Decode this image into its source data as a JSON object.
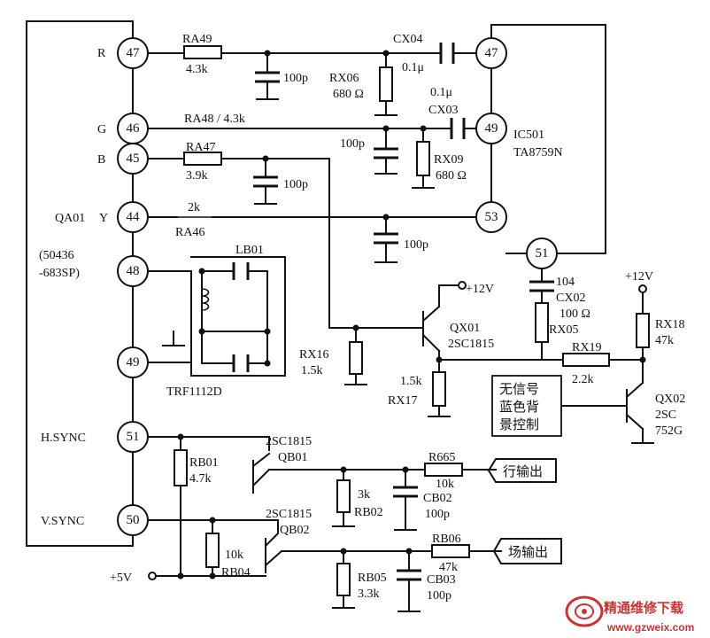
{
  "qa01": {
    "ref": "QA01",
    "part_line1": "(50436",
    "part_line2": "-683SP)",
    "pins": {
      "r": "47",
      "g": "46",
      "b": "45",
      "y": "44",
      "p48": "48",
      "p49": "49",
      "hsync": "51",
      "vsync": "50"
    },
    "signals": {
      "r": "R",
      "g": "G",
      "b": "B",
      "y": "Y",
      "hsync": "H.SYNC",
      "vsync": "V.SYNC"
    }
  },
  "ic501": {
    "ref": "IC501",
    "part": "TA8759N",
    "pins": {
      "p47": "47",
      "p49": "49",
      "p53": "53",
      "p51": "51"
    }
  },
  "components": {
    "ra49": "RA49",
    "ra49_val": "4.3k",
    "ra48": "RA48 / 4.3k",
    "ra47": "RA47",
    "ra47_val": "3.9k",
    "ra46_val": "2k",
    "ra46": "RA46",
    "c_r": "100p",
    "c_g": "100p",
    "c_b": "100p",
    "c_y": "100p",
    "cx04": "CX04",
    "cx04_val": "0.1μ",
    "cx03_val": "0.1μ",
    "cx03": "CX03",
    "rx06": "RX06",
    "rx06_val": "680 Ω",
    "rx09": "RX09",
    "rx09_val": "680 Ω",
    "lb01": "LB01",
    "trf": "TRF1112D",
    "cx02_val": "104",
    "cx02": "CX02",
    "rx05_val": "100 Ω",
    "rx05": "RX05",
    "v12_a": "+12V",
    "v12_b": "+12V",
    "qx01": "QX01",
    "qx01_part": "2SC1815",
    "rx16": "RX16",
    "rx16_val": "1.5k",
    "rx17_val": "1.5k",
    "rx17": "RX17",
    "rx19": "RX19",
    "rx19_val": "2.2k",
    "rx18": "RX18",
    "rx18_val": "47k",
    "qx02": "QX02",
    "qx02_part1": "2SC",
    "qx02_part2": "752G",
    "ctrl1": "无信号",
    "ctrl2": "蓝色背",
    "ctrl3": "景控制",
    "qb01_part": "2SC1815",
    "qb01": "QB01",
    "rb01": "RB01",
    "rb01_val": "4.7k",
    "rb02_val": "3k",
    "rb02": "RB02",
    "r665": "R665",
    "r665_val": "10k",
    "cb02": "CB02",
    "cb02_val": "100p",
    "h_out": "行输出",
    "qb02_part": "2SC1815",
    "qb02": "QB02",
    "rb04_val": "10k",
    "rb04": "RB04",
    "v5": "+5V",
    "rb06": "RB06",
    "rb06_val": "47k",
    "rb05": "RB05",
    "rb05_val": "3.3k",
    "cb03": "CB03",
    "cb03_val": "100p",
    "v_out": "场输出"
  },
  "watermark": {
    "cn": "精通维修下载",
    "url": "www.gzweix.com"
  }
}
